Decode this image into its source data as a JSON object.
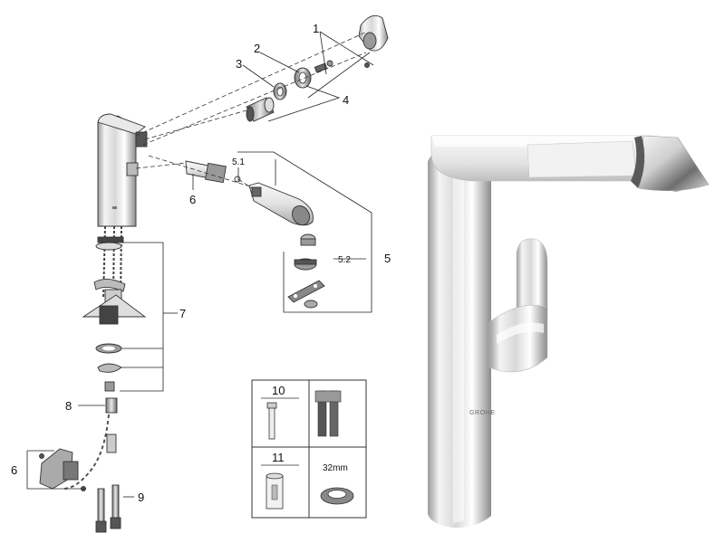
{
  "callouts": {
    "c1": "1",
    "c2": "2",
    "c3": "3",
    "c4": "4",
    "c5": "5",
    "c5_1": "5.1",
    "c5_2": "5.2",
    "c6_top": "6",
    "c6_left": "6",
    "c7": "7",
    "c8": "8",
    "c9": "9"
  },
  "accessory_table": {
    "row1_label": "10",
    "row2_label": "11",
    "size_label": "32mm"
  },
  "faucet_photo": {
    "brand_text": "GROHE"
  }
}
